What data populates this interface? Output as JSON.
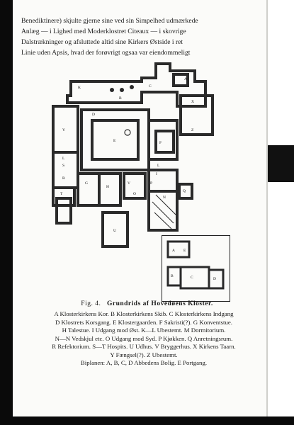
{
  "body_text": {
    "lines": [
      "Benediktinere) skjulte gjerne sine ved sin Simpelhed udmærkede",
      "Anlæg — i Lighed med Moderklostret Citeaux — i skovrige",
      "Dalstrækninger og afsluttede altid sine Kirkers Østside i ret",
      "Linie uden Apsis, hvad der forøvrigt ogsaa var eiendommeligt"
    ]
  },
  "figure": {
    "number": "Fig. 4.",
    "title": "Grundrids af Hovedøens Kloster.",
    "plan_letters": [
      "K",
      "B",
      "A",
      "C",
      "E",
      "F",
      "Y",
      "L",
      "L",
      "S",
      "R",
      "G",
      "I",
      "H",
      "D",
      "N",
      "X",
      "Q",
      "T",
      "U",
      "V",
      "O",
      "P",
      "Z"
    ],
    "inset_letters": [
      "A",
      "B",
      "C",
      "D",
      "E"
    ]
  },
  "legend": {
    "rows": [
      "A Klosterkirkens Kor.  B Klosterkirkens Skib.  C Klosterkirkens Indgang",
      "D Klostrets Korsgang.  E Klostergaarden.  F Sakristi(?).  G Konventstue.",
      "H Talestue.  I Udgang mod Øst.  K—L Ubestemt.  M Dormitorium.",
      "N—N Vedskjul etc.  O Udgang mod Syd.  P Kjøkken.  Q Anretningsrum.",
      "R Refektorium.  S—T Hospits.  U Udhus.  V Bryggerhus.  X Kirkens Taarn.",
      "Y Fængsel(?).  Z Ubestemt.",
      "Biplanen: A, B, C, D Abbedens Bolig.  E Portgang."
    ]
  }
}
